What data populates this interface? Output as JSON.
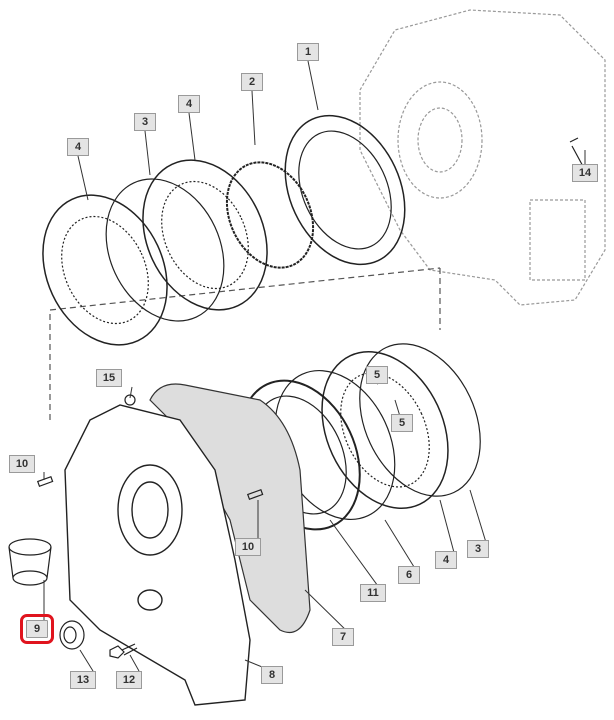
{
  "diagram": {
    "callouts": [
      {
        "id": "1",
        "label": "1"
      },
      {
        "id": "2",
        "label": "2"
      },
      {
        "id": "4a",
        "label": "4"
      },
      {
        "id": "3a",
        "label": "3"
      },
      {
        "id": "4b",
        "label": "4"
      },
      {
        "id": "14",
        "label": "14"
      },
      {
        "id": "15",
        "label": "15"
      },
      {
        "id": "5a",
        "label": "5"
      },
      {
        "id": "5b",
        "label": "5"
      },
      {
        "id": "10a",
        "label": "10"
      },
      {
        "id": "10b",
        "label": "10"
      },
      {
        "id": "11",
        "label": "11"
      },
      {
        "id": "6",
        "label": "6"
      },
      {
        "id": "4c",
        "label": "4"
      },
      {
        "id": "3b",
        "label": "3"
      },
      {
        "id": "7",
        "label": "7"
      },
      {
        "id": "9",
        "label": "9",
        "selected": true
      },
      {
        "id": "13",
        "label": "13"
      },
      {
        "id": "12",
        "label": "12"
      },
      {
        "id": "8",
        "label": "8"
      }
    ],
    "highlight_color": "#e0141e"
  }
}
